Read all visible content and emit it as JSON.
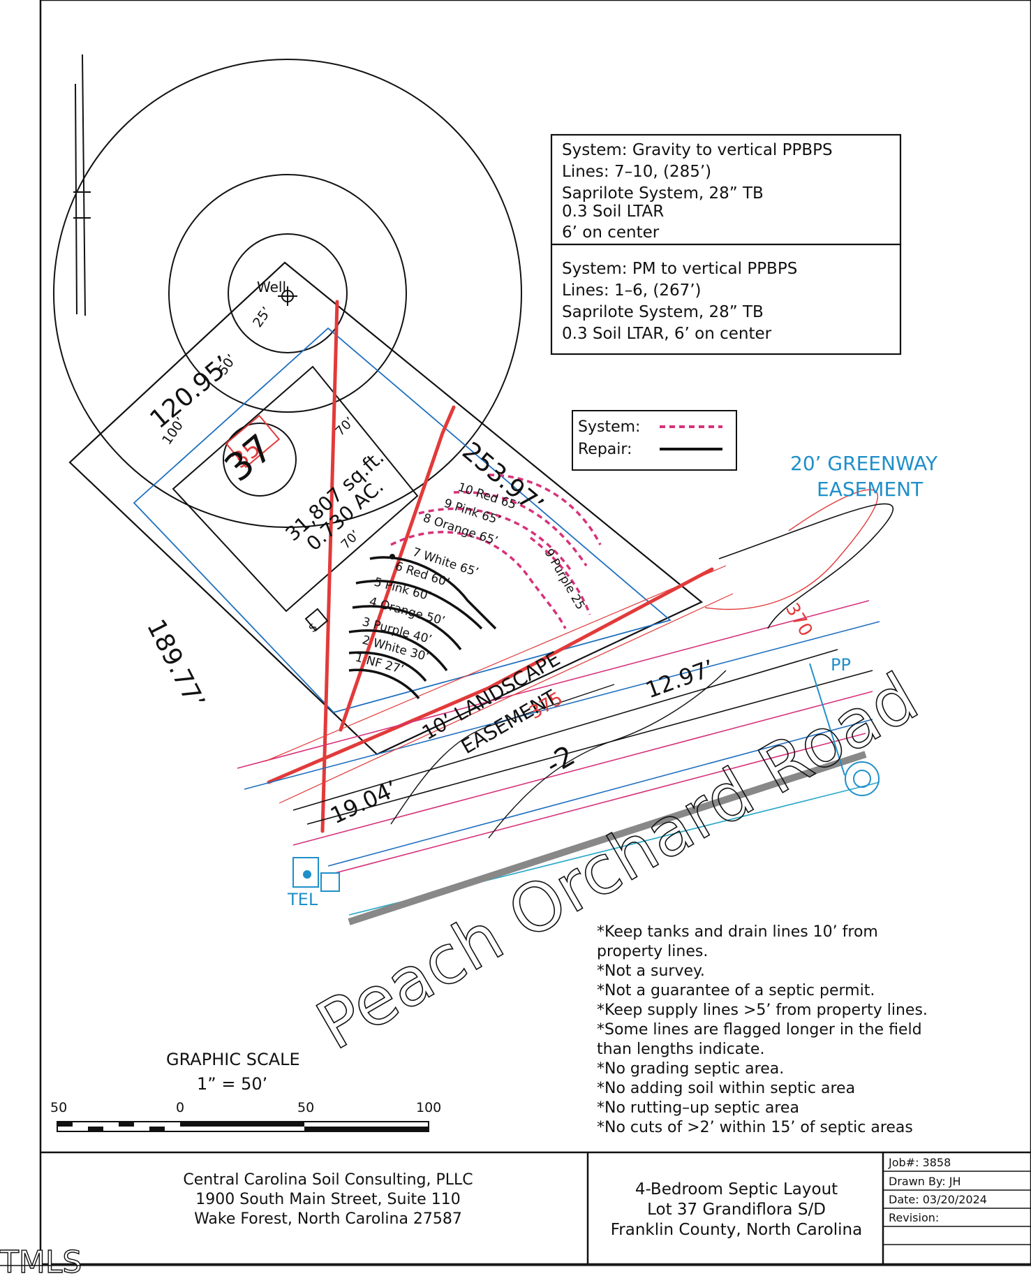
{
  "system_box_1": {
    "line1": "System: Gravity to vertical PPBPS",
    "line2": "Lines: 7–10, (285’)",
    "line3": "Saprilote System, 28” TB",
    "line4": "0.3 Soil LTAR",
    "line5": "6’ on center"
  },
  "system_box_2": {
    "line1": "System: PM to vertical PPBPS",
    "line2": "Lines: 1–6, (267’)",
    "line3": "Saprilote System, 28” TB",
    "line4": "0.3 Soil LTAR, 6’ on center"
  },
  "legend": {
    "system_label": "System:",
    "repair_label": "Repair:",
    "system_color": "#d6327a",
    "repair_color": "#111111"
  },
  "lot": {
    "number": "37",
    "old_number": "35",
    "area_sqft": "31,807 sq.ft.",
    "area_ac": "0.730 AC.",
    "dim_top": "120.95’",
    "dim_left": "189.77’",
    "dim_right": "253.97’",
    "dim_front": "12.97’",
    "dim_front_left": "19.04’",
    "well_label": "Well",
    "radius_25": "25’",
    "radius_50": "50’",
    "radius_100": "100’",
    "offset_70a": "70’",
    "offset_70b": "70’",
    "s_label": "S"
  },
  "drain_lines": [
    {
      "label": "10 Red 65’",
      "kind": "system"
    },
    {
      "label": "9 Pink 65’",
      "kind": "system"
    },
    {
      "label": "8 Orange 65’",
      "kind": "system"
    },
    {
      "label": "7 White 65’",
      "kind": "system"
    },
    {
      "label": "9 Purple 25",
      "kind": "system"
    },
    {
      "label": "6 Red 60’",
      "kind": "repair"
    },
    {
      "label": "5 Pink 60’",
      "kind": "repair"
    },
    {
      "label": "4 Orange 50’",
      "kind": "repair"
    },
    {
      "label": "3 Purple 40’",
      "kind": "repair"
    },
    {
      "label": "2 White 30’",
      "kind": "repair"
    },
    {
      "label": "1 NF 27’",
      "kind": "repair"
    }
  ],
  "easements": {
    "greenway_line1": "20’ GREENWAY",
    "greenway_line2": "EASEMENT",
    "landscape_line1": "10’ LANDSCAPE",
    "landscape_line2": "EASEMENT",
    "contour_375": "375",
    "contour_370": "370",
    "pp_label": "PP",
    "tel_label": "TEL",
    "minus2": "-2"
  },
  "road_name": "Peach Orchard Road",
  "notes": [
    "*Keep tanks and drain lines 10’ from",
    " property lines.",
    "*Not a survey.",
    "*Not a guarantee of a septic permit.",
    "*Keep supply lines >5’ from property lines.",
    "*Some lines are flagged longer in the field",
    " than lengths indicate.",
    "*No grading septic area.",
    "*No adding soil within septic area",
    "*No rutting–up septic area",
    "*No cuts of >2’ within 15’ of septic areas"
  ],
  "scale": {
    "title": "GRAPHIC SCALE",
    "ratio": "1” = 50’",
    "ticks": [
      "50",
      "0",
      "50",
      "100"
    ]
  },
  "title_block": {
    "company_line1": "Central Carolina Soil Consulting, PLLC",
    "company_line2": "1900 South Main Street, Suite 110",
    "company_line3": "Wake Forest, North Carolina 27587",
    "project_line1": "4-Bedroom Septic Layout",
    "project_line2": "Lot 37 Grandiflora S/D",
    "project_line3": "Franklin County, North Carolina",
    "job": "Job#: 3858",
    "drawn_by": "Drawn By: JH",
    "date": "Date: 03/20/2024",
    "revision": "Revision:"
  },
  "watermark": "TMLS"
}
